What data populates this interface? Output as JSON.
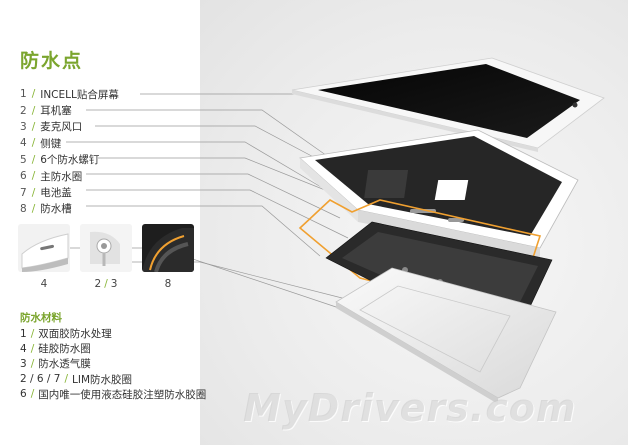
{
  "title": "防水点",
  "points": [
    {
      "num": "1",
      "label": "INCELL贴合屏幕"
    },
    {
      "num": "2",
      "label": "耳机塞"
    },
    {
      "num": "3",
      "label": "麦克风口"
    },
    {
      "num": "4",
      "label": "侧键"
    },
    {
      "num": "5",
      "label": "6个防水螺钉"
    },
    {
      "num": "6",
      "label": "主防水圈"
    },
    {
      "num": "7",
      "label": "电池盖"
    },
    {
      "num": "8",
      "label": "防水槽"
    }
  ],
  "separator": "/",
  "thumbnails": [
    {
      "caption": "4"
    },
    {
      "caption_a": "2",
      "caption_b": "3"
    },
    {
      "caption": "8"
    }
  ],
  "materials_title": "防水材料",
  "materials": [
    {
      "nums": "1",
      "label": "双面胶防水处理"
    },
    {
      "nums": "4",
      "label": "硅胶防水圈"
    },
    {
      "nums": "3",
      "label": "防水透气膜"
    },
    {
      "nums": "2 / 6 / 7",
      "label": "LIM防水胶圈"
    },
    {
      "nums": "6",
      "label": "国内唯一使用液态硅胶注塑防水胶圈"
    }
  ],
  "watermark": "MyDrivers.com",
  "colors": {
    "accent": "#7ba52e",
    "gasket": "#f0a030",
    "frame": "#2b2b2b"
  }
}
